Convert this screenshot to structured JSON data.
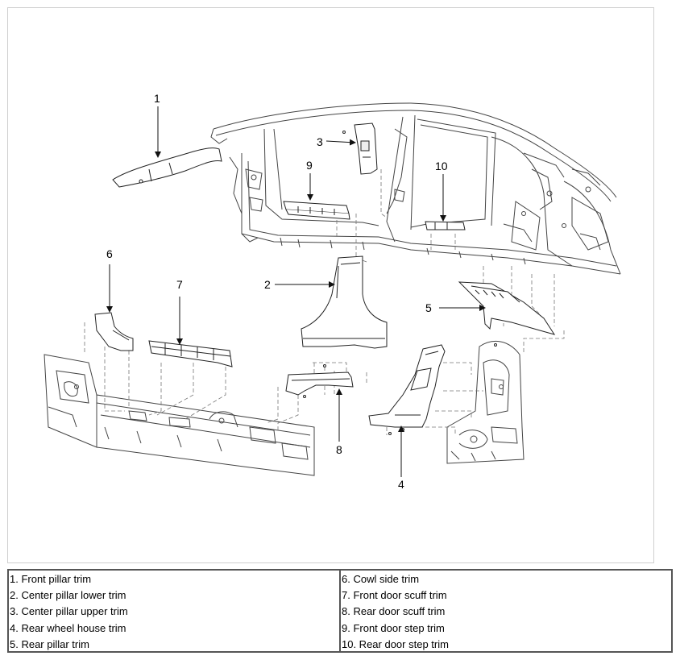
{
  "callouts": {
    "c1": "1",
    "c2": "2",
    "c3": "3",
    "c4": "4",
    "c5": "5",
    "c6": "6",
    "c7": "7",
    "c8": "8",
    "c9": "9",
    "c10": "10"
  },
  "legend": {
    "left": [
      "1. Front pillar trim",
      "2. Center pillar lower trim",
      "3. Center pillar upper trim",
      "4. Rear wheel house trim",
      "5. Rear pillar trim"
    ],
    "right": [
      "6. Cowl side trim",
      "7. Front door scuff trim",
      "8. Rear door scuff trim",
      "9. Front door step trim",
      "10. Rear door step trim"
    ]
  },
  "colors": {
    "line": "#333333",
    "leader_dash": "#777777",
    "border": "#555555"
  }
}
